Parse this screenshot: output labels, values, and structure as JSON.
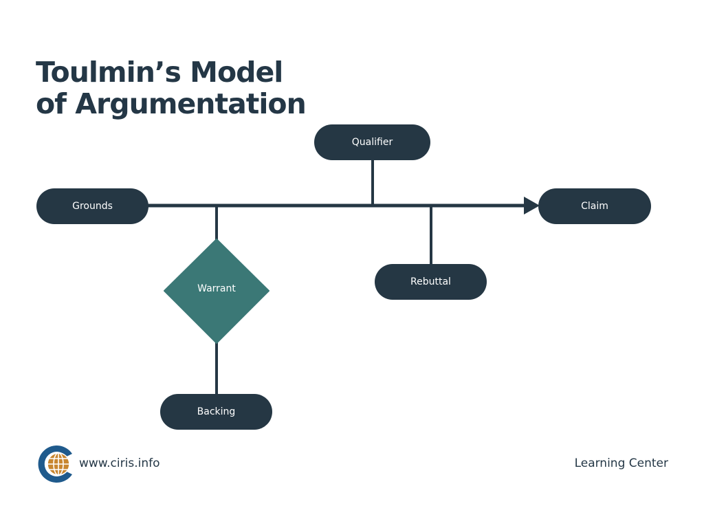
{
  "title": {
    "line1": "Toulmin’s Model",
    "line2": "of Argumentation"
  },
  "nodes": {
    "grounds": "Grounds",
    "claim": "Claim",
    "qualifier": "Qualifier",
    "warrant": "Warrant",
    "rebuttal": "Rebuttal",
    "backing": "Backing"
  },
  "footer": {
    "url": "www.ciris.info",
    "right": "Learning Center"
  },
  "colors": {
    "node_dark": "#253744",
    "warrant_teal": "#3b7876",
    "title": "#243746",
    "logo_blue": "#1f5a8c",
    "logo_gold": "#c8862f"
  },
  "icons": {
    "logo": "globe-c-logo-icon",
    "arrow": "arrowhead-icon"
  }
}
